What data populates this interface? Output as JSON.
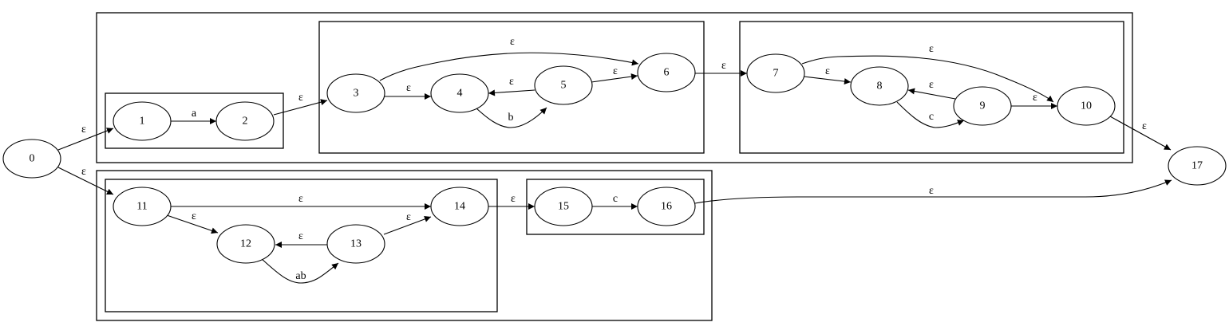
{
  "diagram": {
    "title": "Thompson NFA construction",
    "nodes": [
      {
        "id": "0",
        "label": "0"
      },
      {
        "id": "1",
        "label": "1"
      },
      {
        "id": "2",
        "label": "2"
      },
      {
        "id": "3",
        "label": "3"
      },
      {
        "id": "4",
        "label": "4"
      },
      {
        "id": "5",
        "label": "5"
      },
      {
        "id": "6",
        "label": "6"
      },
      {
        "id": "7",
        "label": "7"
      },
      {
        "id": "8",
        "label": "8"
      },
      {
        "id": "9",
        "label": "9"
      },
      {
        "id": "10",
        "label": "10"
      },
      {
        "id": "11",
        "label": "11"
      },
      {
        "id": "12",
        "label": "12"
      },
      {
        "id": "13",
        "label": "13"
      },
      {
        "id": "14",
        "label": "14"
      },
      {
        "id": "15",
        "label": "15"
      },
      {
        "id": "16",
        "label": "16"
      },
      {
        "id": "17",
        "label": "17"
      }
    ],
    "edges": [
      {
        "from": "0",
        "to": "1",
        "label": "ε"
      },
      {
        "from": "0",
        "to": "11",
        "label": "ε"
      },
      {
        "from": "1",
        "to": "2",
        "label": "a"
      },
      {
        "from": "2",
        "to": "3",
        "label": "ε"
      },
      {
        "from": "3",
        "to": "4",
        "label": "ε"
      },
      {
        "from": "3",
        "to": "6",
        "label": "ε"
      },
      {
        "from": "4",
        "to": "5",
        "label": "b"
      },
      {
        "from": "5",
        "to": "4",
        "label": "ε"
      },
      {
        "from": "5",
        "to": "6",
        "label": "ε"
      },
      {
        "from": "6",
        "to": "7",
        "label": "ε"
      },
      {
        "from": "7",
        "to": "8",
        "label": "ε"
      },
      {
        "from": "7",
        "to": "10",
        "label": "ε"
      },
      {
        "from": "8",
        "to": "9",
        "label": "c"
      },
      {
        "from": "9",
        "to": "8",
        "label": "ε"
      },
      {
        "from": "9",
        "to": "10",
        "label": "ε"
      },
      {
        "from": "10",
        "to": "17",
        "label": "ε"
      },
      {
        "from": "11",
        "to": "12",
        "label": "ε"
      },
      {
        "from": "11",
        "to": "14",
        "label": "ε"
      },
      {
        "from": "12",
        "to": "13",
        "label": "ab"
      },
      {
        "from": "13",
        "to": "12",
        "label": "ε"
      },
      {
        "from": "13",
        "to": "14",
        "label": "ε"
      },
      {
        "from": "14",
        "to": "15",
        "label": "ε"
      },
      {
        "from": "15",
        "to": "16",
        "label": "c"
      },
      {
        "from": "16",
        "to": "17",
        "label": "ε"
      }
    ],
    "clusters": [
      {
        "id": "concat-top",
        "contains": [
          "1",
          "2",
          "3",
          "4",
          "5",
          "6",
          "7",
          "8",
          "9",
          "10"
        ]
      },
      {
        "id": "char-a",
        "contains": [
          "1",
          "2"
        ]
      },
      {
        "id": "star-b",
        "contains": [
          "3",
          "4",
          "5",
          "6"
        ]
      },
      {
        "id": "star-c",
        "contains": [
          "7",
          "8",
          "9",
          "10"
        ]
      },
      {
        "id": "concat-bottom",
        "contains": [
          "11",
          "12",
          "13",
          "14",
          "15",
          "16"
        ]
      },
      {
        "id": "star-ab",
        "contains": [
          "11",
          "12",
          "13",
          "14"
        ]
      },
      {
        "id": "char-c",
        "contains": [
          "15",
          "16"
        ]
      }
    ]
  }
}
